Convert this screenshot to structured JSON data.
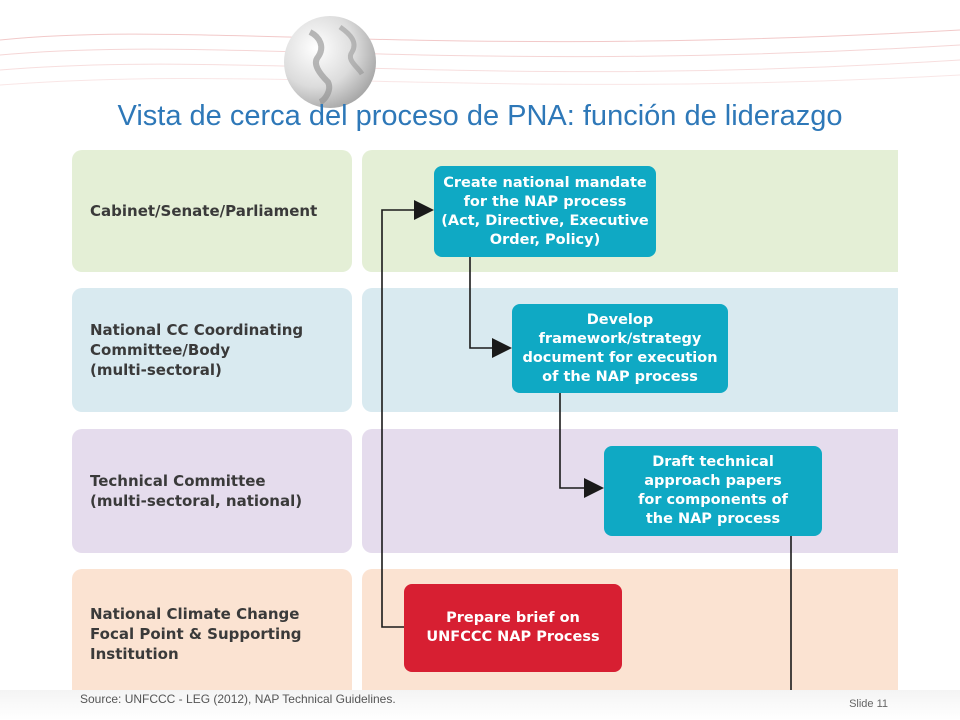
{
  "title": "Vista de cerca del proceso de PNA: función de liderazgo",
  "colors": {
    "title": "#2e78b8",
    "teal_box": "#0fa9c4",
    "red_box": "#d71f32",
    "lane_green": "#e4efd6",
    "lane_blue": "#d9eaf0",
    "lane_purple": "#e5dced",
    "lane_peach": "#fbe3d2"
  },
  "lanes": [
    {
      "label": "Cabinet/Senate/Parliament"
    },
    {
      "label": "National CC Coordinating\nCommittee/Body\n(multi-sectoral)"
    },
    {
      "label": "Technical Committee\n(multi-sectoral, national)"
    },
    {
      "label": "National Climate Change\nFocal Point & Supporting\nInstitution"
    }
  ],
  "steps": [
    {
      "text": "Create national mandate\nfor the NAP process\n(Act, Directive, Executive\nOrder, Policy)"
    },
    {
      "text": "Develop\nframework/strategy\ndocument for execution\nof the NAP process"
    },
    {
      "text": "Draft technical\napproach papers\nfor components of\nthe NAP process"
    },
    {
      "text": "Prepare brief on\nUNFCCC NAP Process"
    }
  ],
  "source": "Source: UNFCCC - LEG (2012), NAP Technical Guidelines.",
  "slide_number": "Slide 11"
}
